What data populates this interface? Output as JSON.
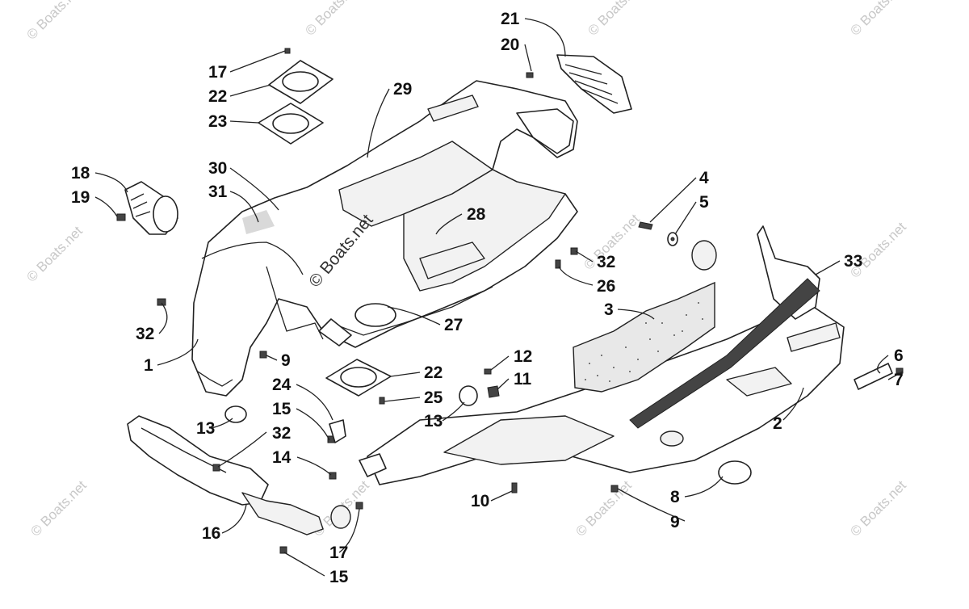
{
  "watermark": {
    "text": "© Boats.net"
  },
  "center_stamp": "© Boats.net",
  "callouts": [
    {
      "id": "c21",
      "label": "21"
    },
    {
      "id": "c20",
      "label": "20"
    },
    {
      "id": "c17a",
      "label": "17"
    },
    {
      "id": "c22a",
      "label": "22"
    },
    {
      "id": "c23",
      "label": "23"
    },
    {
      "id": "c29",
      "label": "29"
    },
    {
      "id": "c18",
      "label": "18"
    },
    {
      "id": "c19",
      "label": "19"
    },
    {
      "id": "c30",
      "label": "30"
    },
    {
      "id": "c31",
      "label": "31"
    },
    {
      "id": "c28",
      "label": "28"
    },
    {
      "id": "c4",
      "label": "4"
    },
    {
      "id": "c5",
      "label": "5"
    },
    {
      "id": "c32a",
      "label": "32"
    },
    {
      "id": "c26",
      "label": "26"
    },
    {
      "id": "c33",
      "label": "33"
    },
    {
      "id": "c3",
      "label": "3"
    },
    {
      "id": "c27",
      "label": "27"
    },
    {
      "id": "c32b",
      "label": "32"
    },
    {
      "id": "c1",
      "label": "1"
    },
    {
      "id": "c9a",
      "label": "9"
    },
    {
      "id": "c12",
      "label": "12"
    },
    {
      "id": "c11",
      "label": "11"
    },
    {
      "id": "c22b",
      "label": "22"
    },
    {
      "id": "c6",
      "label": "6"
    },
    {
      "id": "c7",
      "label": "7"
    },
    {
      "id": "c24",
      "label": "24"
    },
    {
      "id": "c25",
      "label": "25"
    },
    {
      "id": "c13a",
      "label": "13"
    },
    {
      "id": "c15a",
      "label": "15"
    },
    {
      "id": "c13b",
      "label": "13"
    },
    {
      "id": "c32c",
      "label": "32"
    },
    {
      "id": "c2",
      "label": "2"
    },
    {
      "id": "c14",
      "label": "14"
    },
    {
      "id": "c10",
      "label": "10"
    },
    {
      "id": "c8",
      "label": "8"
    },
    {
      "id": "c9b",
      "label": "9"
    },
    {
      "id": "c16",
      "label": "16"
    },
    {
      "id": "c17b",
      "label": "17"
    },
    {
      "id": "c15b",
      "label": "15"
    }
  ]
}
